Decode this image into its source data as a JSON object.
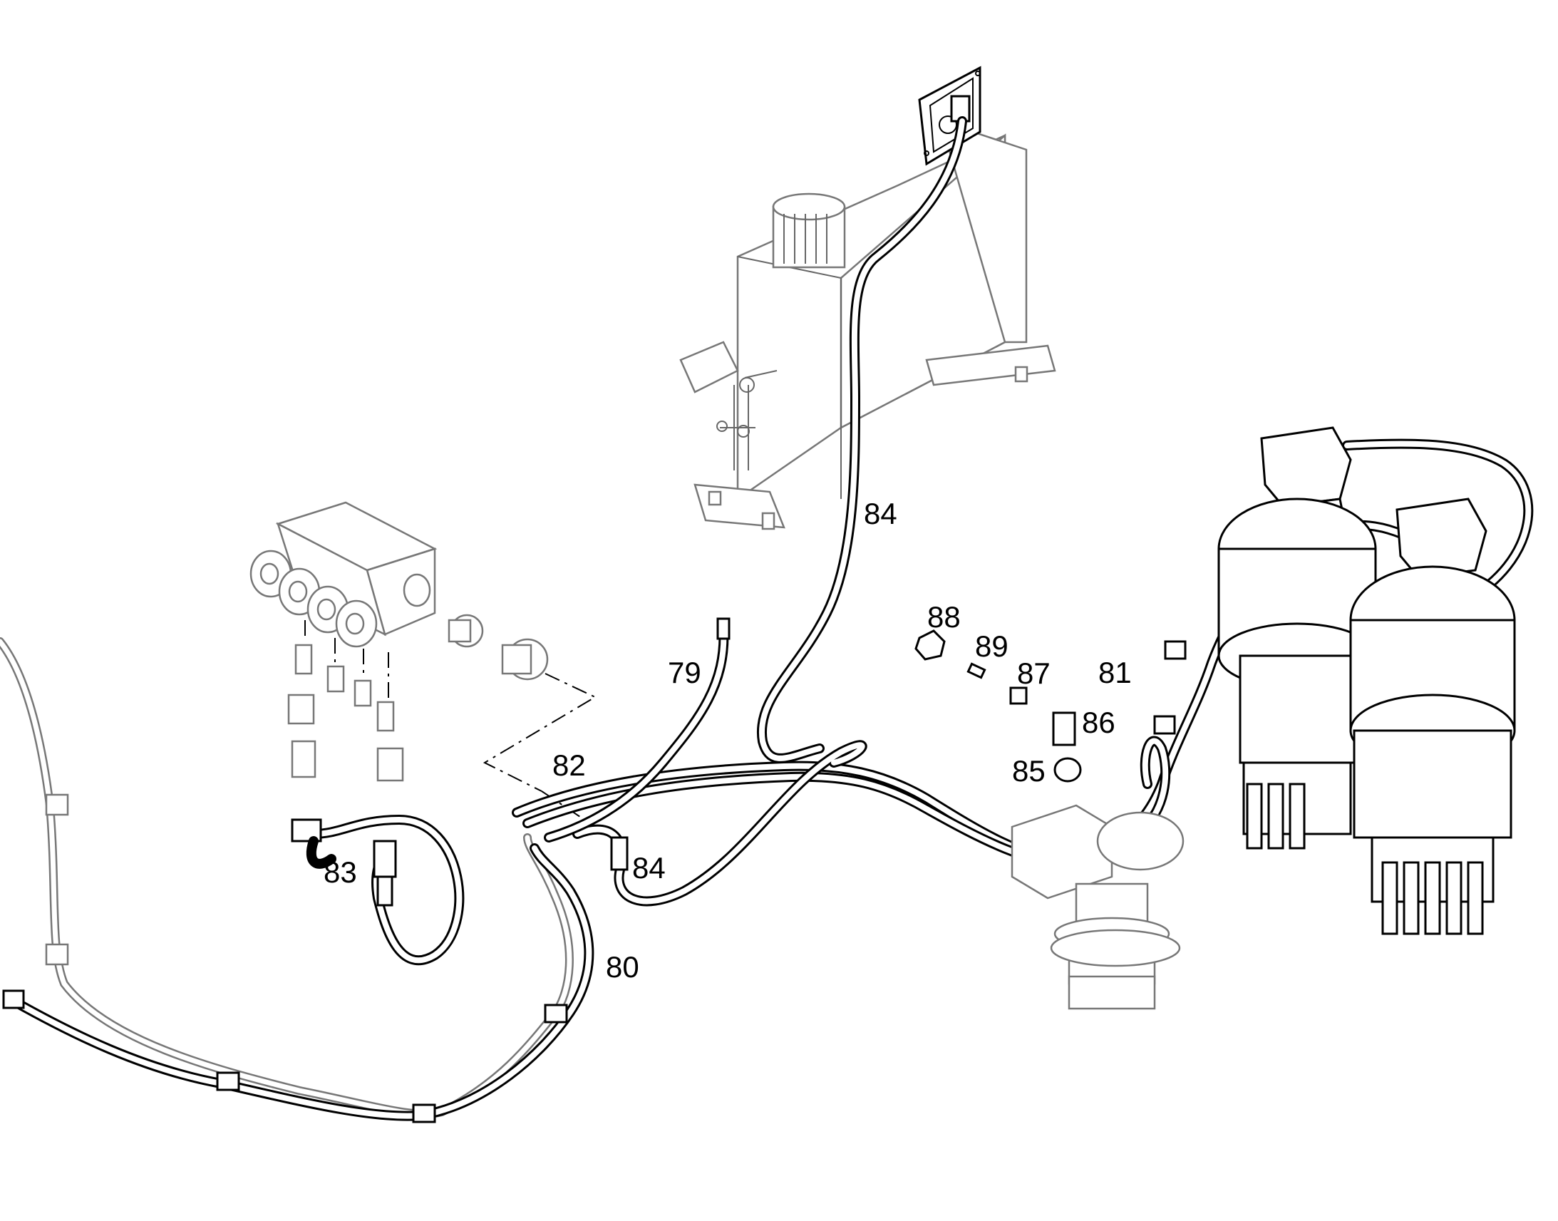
{
  "callouts": [
    {
      "id": "79",
      "text": "79"
    },
    {
      "id": "80",
      "text": "80"
    },
    {
      "id": "81",
      "text": "81"
    },
    {
      "id": "82",
      "text": "82"
    },
    {
      "id": "83",
      "text": "83"
    },
    {
      "id": "84a",
      "text": "84"
    },
    {
      "id": "84b",
      "text": "84"
    },
    {
      "id": "85",
      "text": "85"
    },
    {
      "id": "86",
      "text": "86"
    },
    {
      "id": "87",
      "text": "87"
    },
    {
      "id": "88",
      "text": "88"
    },
    {
      "id": "89",
      "text": "89"
    }
  ]
}
